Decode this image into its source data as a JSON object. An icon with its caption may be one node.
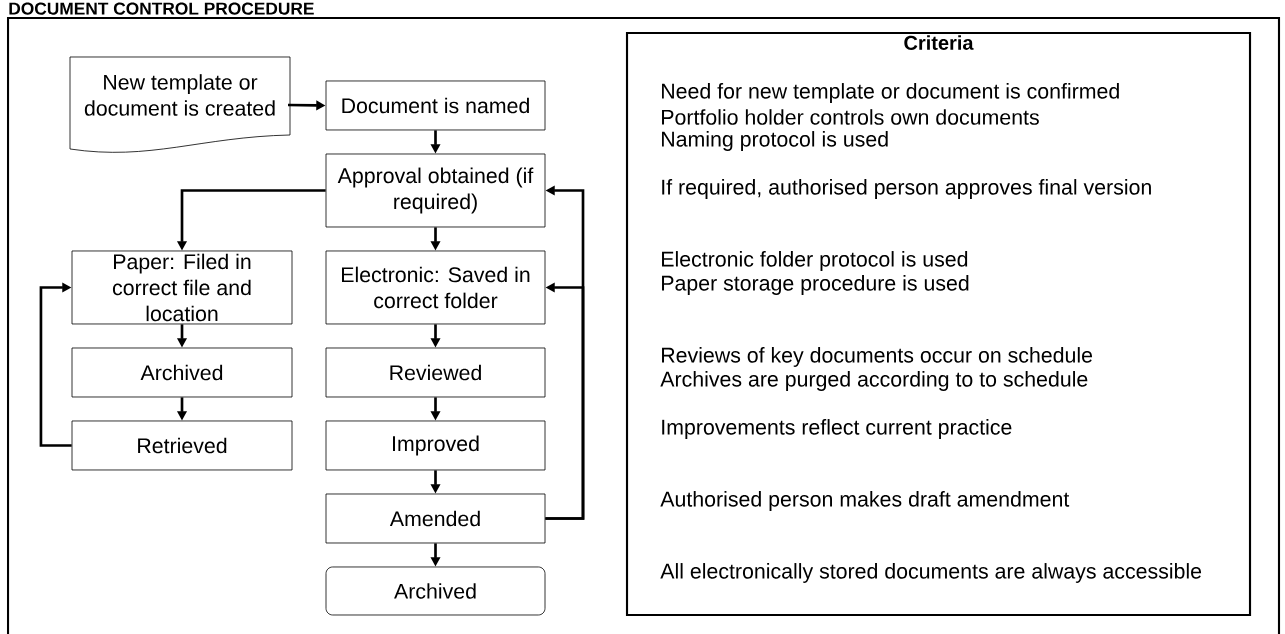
{
  "diagram": {
    "title": "DOCUMENT CONTROL PROCEDURE",
    "nodes": [
      {
        "text": [
          "New template or document is created"
        ]
      },
      {
        "text": [
          "Document is named"
        ]
      },
      {
        "text": [
          "Approval obtained (if required)"
        ]
      },
      {
        "text": [
          "Paper: Filed in correct file and location"
        ]
      },
      {
        "text": [
          "Electronic: Saved in correct folder"
        ]
      },
      {
        "text": [
          "Archived"
        ]
      },
      {
        "text": [
          "Reviewed"
        ]
      },
      {
        "text": [
          "Retrieved"
        ]
      },
      {
        "text": [
          "Improved"
        ]
      },
      {
        "text": [
          "Amended"
        ]
      },
      {
        "text": [
          "Archived"
        ]
      },
      {
        "text": [
          "Criteria",
          "Need for new template or document is confirmed",
          "Portfolio holder controls own documents",
          "Naming protocol is used",
          "If required, authorised person approves final version",
          "Electronic folder protocol is used",
          "Paper storage procedure is used",
          "Reviews of key documents occur on schedule",
          "Archives are purged according to to schedule",
          "Improvements reflect current practice",
          "Authorised person makes draft amendment",
          "All electronically stored documents are always accessible"
        ]
      }
    ],
    "edges": [
      {
        "from": 0,
        "to": 1,
        "arrow": "to"
      },
      {
        "from": 1,
        "to": 2,
        "arrow": "to"
      },
      {
        "from": 2,
        "to": 3,
        "arrow": "to"
      },
      {
        "from": 2,
        "to": 4,
        "arrow": "to"
      },
      {
        "from": 3,
        "to": 5,
        "arrow": "to"
      },
      {
        "from": 5,
        "to": 7,
        "arrow": "to"
      },
      {
        "from": 7,
        "to": 3,
        "arrow": "to"
      },
      {
        "from": 4,
        "to": 6,
        "arrow": "to"
      },
      {
        "from": 6,
        "to": 8,
        "arrow": "to"
      },
      {
        "from": 8,
        "to": 9,
        "arrow": "to"
      },
      {
        "from": 9,
        "to": 10,
        "arrow": "to"
      },
      {
        "from": 9,
        "to": 2,
        "arrow": "to"
      },
      {
        "from": 9,
        "to": 4,
        "arrow": "to"
      }
    ]
  }
}
